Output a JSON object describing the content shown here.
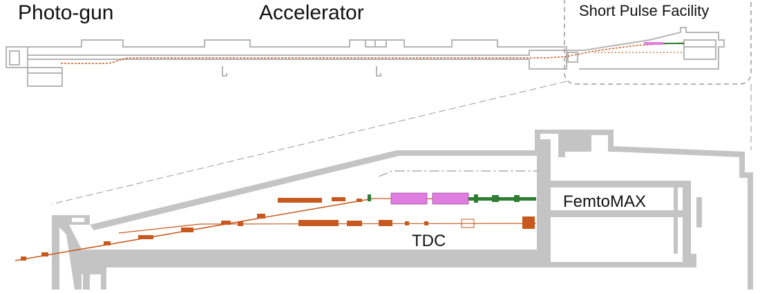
{
  "labels": {
    "photogun": "Photo-gun",
    "accelerator": "Accelerator",
    "short_pulse_facility": "Short Pulse Facility",
    "femtomax": "FemtoMAX",
    "tdc": "TDC"
  },
  "colors": {
    "wall": "#c0c0c0",
    "wall_dark": "#9a9a9a",
    "beamline": "#c8591e",
    "undulator": "#e07de0",
    "green_section": "#2e7d32",
    "dashed": "#9a9a9a"
  }
}
